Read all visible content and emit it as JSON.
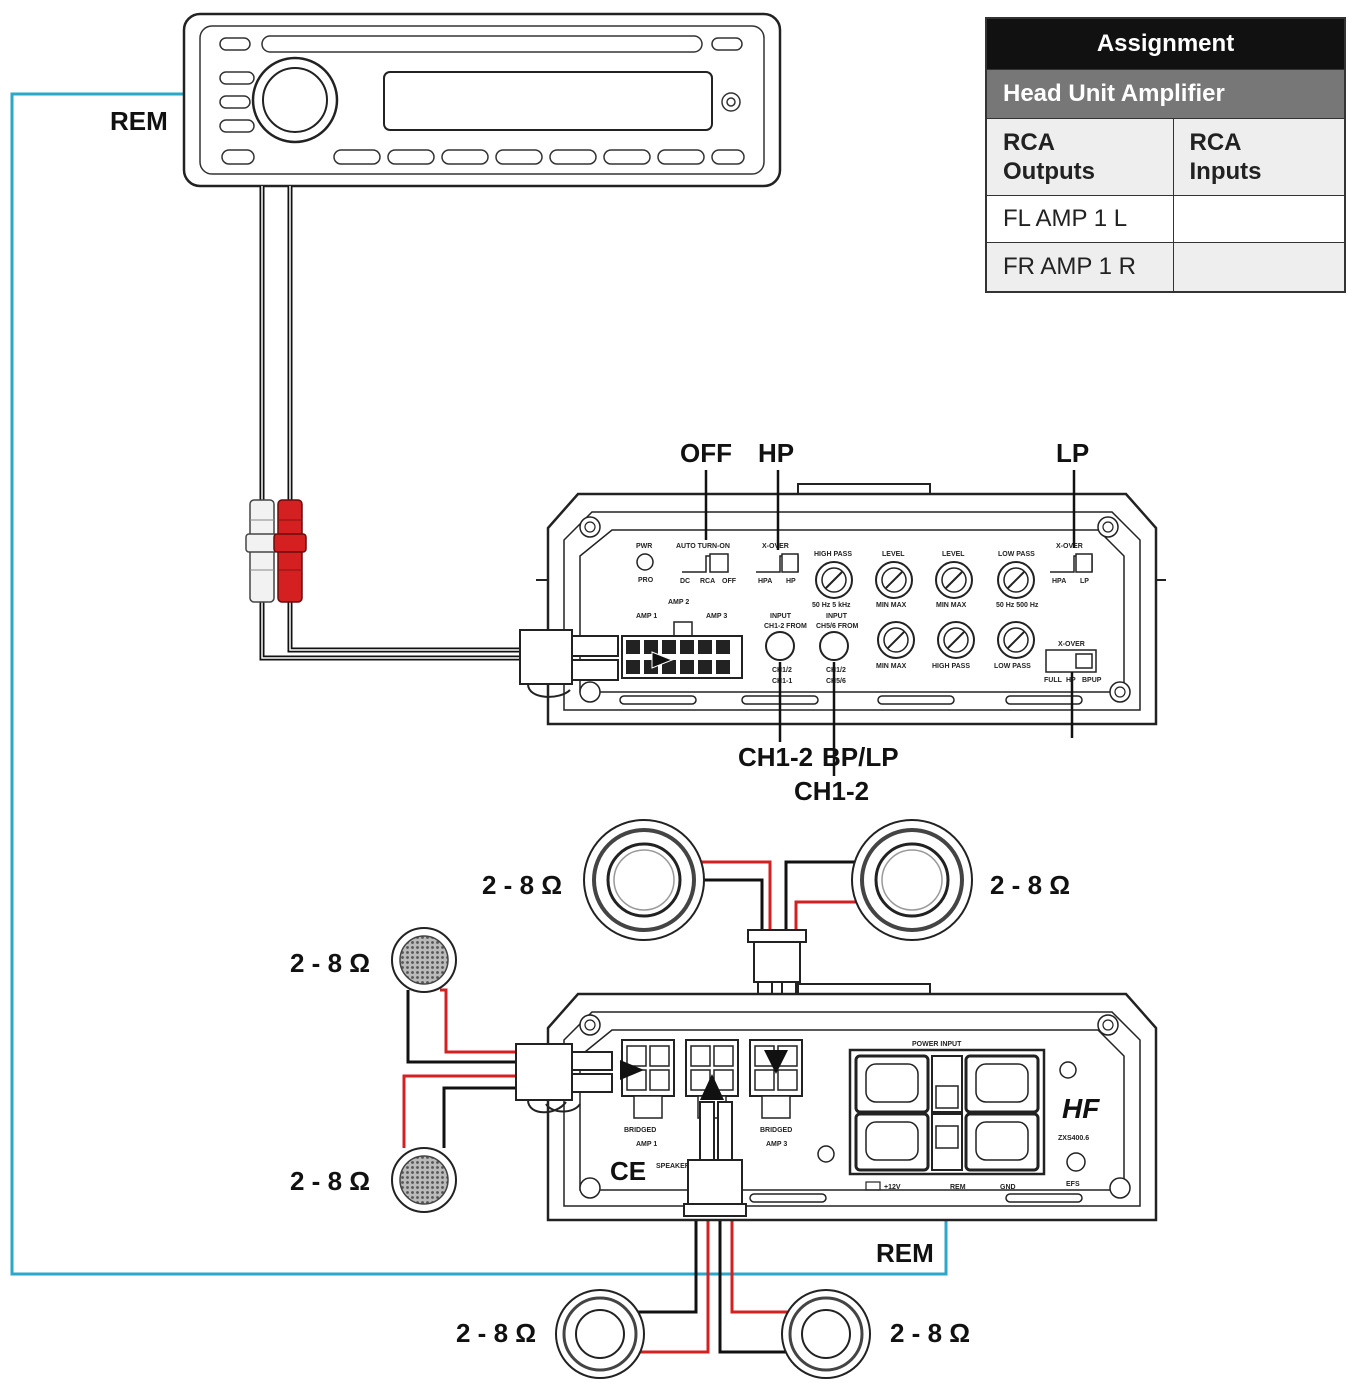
{
  "assignment": {
    "title": "Assignment",
    "subheader": "Head Unit Amplifier",
    "columns": [
      "RCA Outputs",
      "RCA Inputs"
    ],
    "rows": [
      [
        "FL AMP 1 L",
        ""
      ],
      [
        "FR AMP 1 R",
        ""
      ]
    ]
  },
  "labels": {
    "rem_head": "REM",
    "rem_amp": "REM",
    "off": "OFF",
    "hp": "HP",
    "lp": "LP",
    "ch12_a": "CH1-2",
    "bplp": "BP/LP",
    "ch12_b": "CH1-2",
    "imp_top_left": "2 - 8 Ω",
    "imp_top_right": "2 - 8 Ω",
    "imp_tweeter_top": "2 - 8 Ω",
    "imp_tweeter_bottom": "2 - 8 Ω",
    "imp_bottom_left": "2 - 8 Ω",
    "imp_bottom_right": "2 - 8 Ω"
  },
  "panel_text": {
    "pwr": "PWR",
    "pro": "PRO",
    "auto_turn_on": "AUTO TURN-ON",
    "auto_opts": [
      "DC",
      "RCA",
      "OFF"
    ],
    "xover_amp1": "X-OVER",
    "xover_amp1_opts": [
      "HPA",
      "HP"
    ],
    "high_pass": "HIGH PASS",
    "level_a": "LEVEL",
    "level_b": "LEVEL",
    "low_pass": "LOW PASS",
    "xover_amp2": "X-OVER",
    "xover_amp2_opts": [
      "HPA",
      "LP"
    ],
    "knob_hp_range": "50 Hz  5 kHz",
    "minmax": "MIN  MAX",
    "knob_lp_range": "50 Hz  500 Hz",
    "amp1": "AMP 1",
    "amp2": "AMP 2",
    "amp3": "AMP 3",
    "input_a": "INPUT",
    "input_a2": "CH1-2 FROM",
    "input_b": "INPUT",
    "input_b2": "CH5/6 FROM",
    "ch_opts_a": [
      "CH1/2",
      "CH1-1"
    ],
    "ch_opts_b": [
      "CH1/2",
      "CH5/6"
    ],
    "xover_amp3": "X-OVER",
    "xover_amp3_opts": [
      "FULL",
      "HP",
      "BPUP"
    ],
    "power_input": "POWER INPUT",
    "plus12v": "+12V",
    "rem": "REM",
    "gnd": "GND",
    "speaker_out": "SPEAKER OUT",
    "bridged": "BRIDGED",
    "ce": "CE",
    "brand": "HF",
    "model": "ZXS400.6",
    "efs": "EFS"
  },
  "colors": {
    "remote_wire": "#2aa7c9",
    "positive_wire": "#d42020",
    "negative_wire": "#111111",
    "rca_red": "#d42020",
    "rca_white": "#f2f2f2"
  }
}
